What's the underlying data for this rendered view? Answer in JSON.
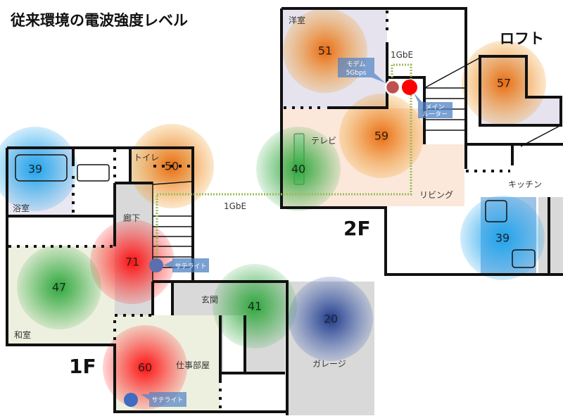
{
  "title": "従来環境の電波強度レベル",
  "floors": {
    "first": "1F",
    "second": "2F",
    "loft": "ロフト"
  },
  "rooms": {
    "bath": "浴室",
    "toilet": "トイレ",
    "hallway": "廊下",
    "washitsu": "和室",
    "entrance": "玄関",
    "workroom": "仕事部屋",
    "garage": "ガレージ",
    "yoshitsu": "洋室",
    "living": "リビング",
    "tv": "テレビ",
    "kitchen": "キッチン"
  },
  "cable_labels": {
    "upper": "1GbE",
    "lower": "1GbE"
  },
  "devices": {
    "modem": {
      "line1": "モデム",
      "line2": "5Gbps",
      "color": "#c0504d"
    },
    "router": {
      "line1": "メイン",
      "line2": "ルーター",
      "color": "#ff0000"
    },
    "satellite_hall": {
      "label": "サテライト",
      "color": "#5a6fb0"
    },
    "satellite_work": {
      "label": "サテライト",
      "color": "#3f6cc0"
    }
  },
  "signals": [
    {
      "room": "浴室",
      "value": "39",
      "color": "blue"
    },
    {
      "room": "トイレ",
      "value": "50",
      "color": "orange"
    },
    {
      "room": "廊下",
      "value": "71",
      "color": "red"
    },
    {
      "room": "和室",
      "value": "47",
      "color": "green"
    },
    {
      "room": "仕事部屋",
      "value": "60",
      "color": "red"
    },
    {
      "room": "玄関",
      "value": "41",
      "color": "green"
    },
    {
      "room": "ガレージ",
      "value": "20",
      "color": "navy"
    },
    {
      "room": "テレビ",
      "value": "40",
      "color": "green"
    },
    {
      "room": "洋室",
      "value": "51",
      "color": "orange"
    },
    {
      "room": "リビング",
      "value": "59",
      "color": "orange"
    },
    {
      "room": "ロフト",
      "value": "57",
      "color": "orange"
    },
    {
      "room": "キッチン",
      "value": "39",
      "color": "blue"
    }
  ],
  "colors": {
    "blue": "#1fa3ec",
    "orange": "#ea7a16",
    "green": "#2ea83c",
    "red": "#ff1010",
    "navy": "#1f3a8a"
  }
}
